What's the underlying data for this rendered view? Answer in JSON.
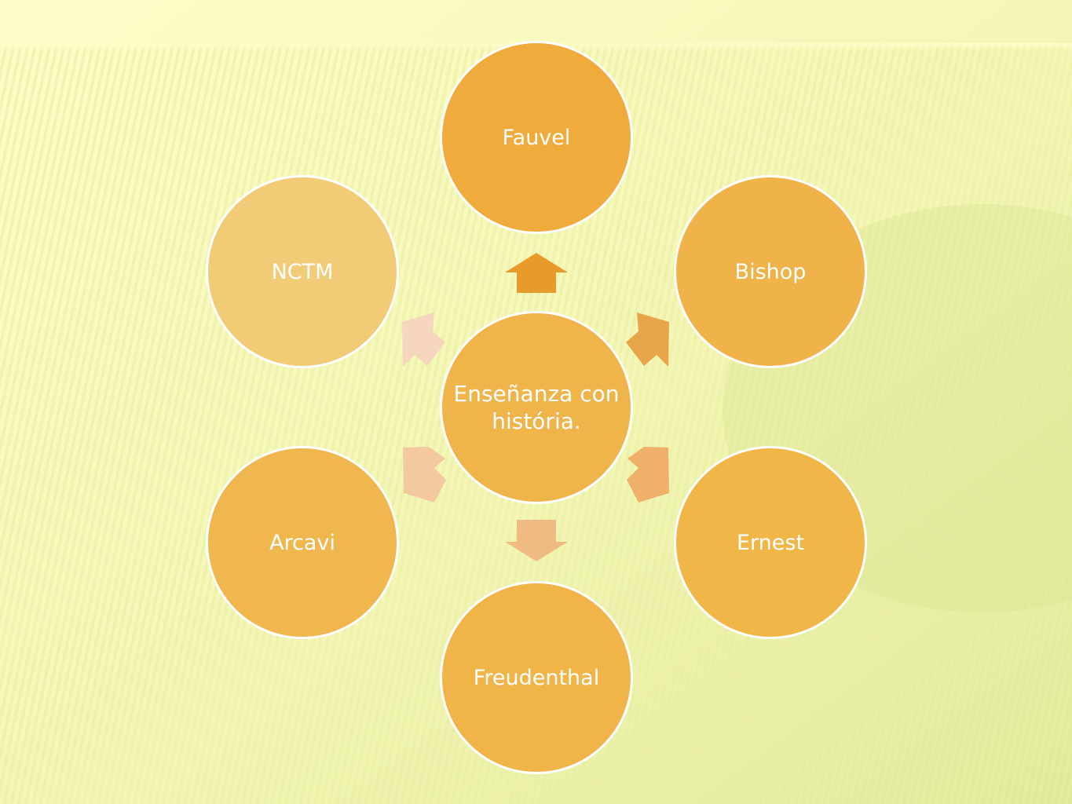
{
  "diagram": {
    "center": {
      "label": "Enseñanza con história.",
      "color": "#efb44a"
    },
    "nodes": [
      {
        "label": "Fauvel",
        "color": "#efac3c"
      },
      {
        "label": "Bishop",
        "color": "#f0b34a"
      },
      {
        "label": "Ernest",
        "color": "#f1b648"
      },
      {
        "label": "Freudenthal",
        "color": "#f1b449"
      },
      {
        "label": "Arcavi",
        "color": "#f1b74f"
      },
      {
        "label": "NCTM",
        "color": "#f1cb76"
      }
    ],
    "arrow_colors": [
      "#e99a2c",
      "#e9a54a",
      "#eeb06b",
      "#efbb83",
      "#f3c9a0",
      "#f6d6bf"
    ]
  }
}
